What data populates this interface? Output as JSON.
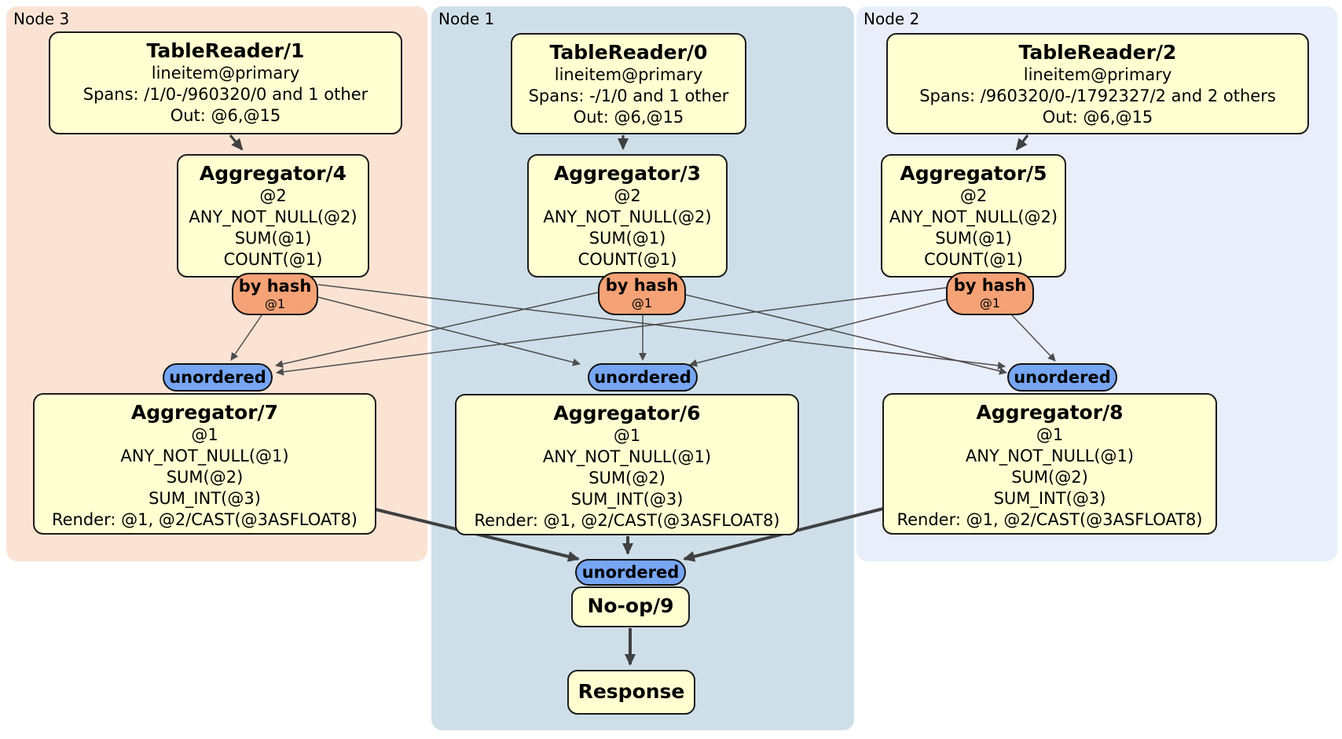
{
  "diagram": {
    "regions": [
      {
        "id": "node3",
        "label": "Node 3"
      },
      {
        "id": "node1",
        "label": "Node 1"
      },
      {
        "id": "node2",
        "label": "Node 2"
      }
    ],
    "processors": {
      "tablereader1": {
        "title": "TableReader/1",
        "lines": [
          "lineitem@primary",
          "Spans: /1/0-/960320/0 and 1 other",
          "Out: @6,@15"
        ]
      },
      "tablereader0": {
        "title": "TableReader/0",
        "lines": [
          "lineitem@primary",
          "Spans: -/1/0 and 1 other",
          "Out: @6,@15"
        ]
      },
      "tablereader2": {
        "title": "TableReader/2",
        "lines": [
          "lineitem@primary",
          "Spans: /960320/0-/1792327/2 and 2 others",
          "Out: @6,@15"
        ]
      },
      "aggregator4": {
        "title": "Aggregator/4",
        "lines": [
          "@2",
          "ANY_NOT_NULL(@2)",
          "SUM(@1)",
          "COUNT(@1)"
        ]
      },
      "aggregator3": {
        "title": "Aggregator/3",
        "lines": [
          "@2",
          "ANY_NOT_NULL(@2)",
          "SUM(@1)",
          "COUNT(@1)"
        ]
      },
      "aggregator5": {
        "title": "Aggregator/5",
        "lines": [
          "@2",
          "ANY_NOT_NULL(@2)",
          "SUM(@1)",
          "COUNT(@1)"
        ]
      },
      "aggregator7": {
        "title": "Aggregator/7",
        "lines": [
          "@1",
          "ANY_NOT_NULL(@1)",
          "SUM(@2)",
          "SUM_INT(@3)",
          "Render: @1, @2/CAST(@3ASFLOAT8)"
        ]
      },
      "aggregator6": {
        "title": "Aggregator/6",
        "lines": [
          "@1",
          "ANY_NOT_NULL(@1)",
          "SUM(@2)",
          "SUM_INT(@3)",
          "Render: @1, @2/CAST(@3ASFLOAT8)"
        ]
      },
      "aggregator8": {
        "title": "Aggregator/8",
        "lines": [
          "@1",
          "ANY_NOT_NULL(@1)",
          "SUM(@2)",
          "SUM_INT(@3)",
          "Render: @1, @2/CAST(@3ASFLOAT8)"
        ]
      },
      "noop9": {
        "title": "No-op/9"
      },
      "response": {
        "title": "Response"
      }
    },
    "routers": {
      "hash": {
        "label": "by hash",
        "sub": "@1"
      },
      "unordered": {
        "label": "unordered"
      }
    },
    "colors": {
      "node3_bg": "#fbe3d4",
      "node1_bg": "#cfdfe9",
      "node2_bg": "#e9eefb",
      "processor_fill": "#ffffd2",
      "hash_router_fill": "#f5a276",
      "unordered_fill": "#76a5f2",
      "edge_thin": "#4d4d4d",
      "edge_thick": "#404040"
    }
  }
}
